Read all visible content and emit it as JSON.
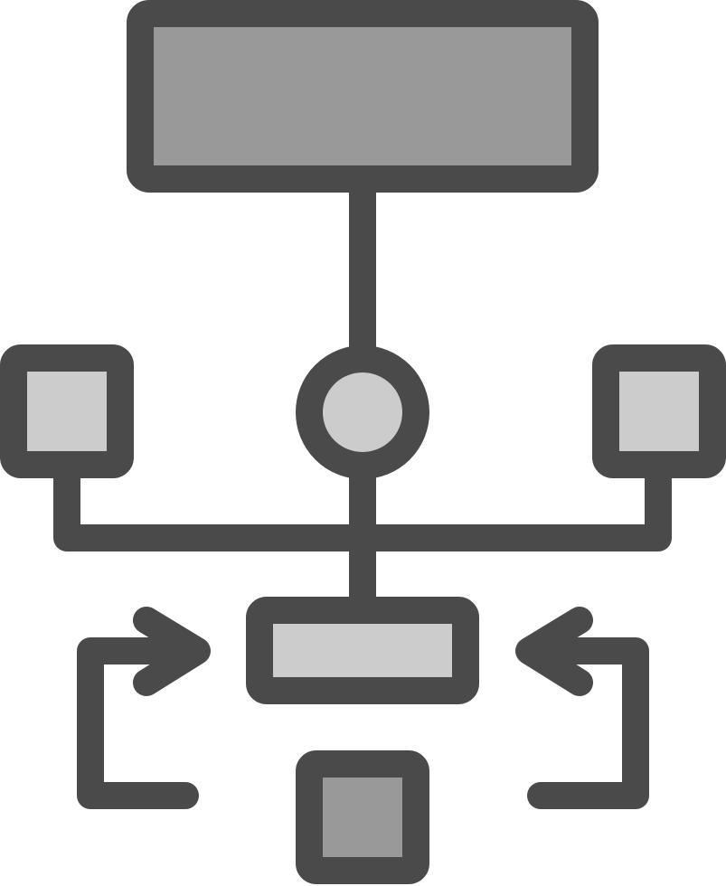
{
  "icon": {
    "name": "workflow-hierarchy-icon",
    "colors": {
      "outline": "#4a4a4a",
      "fill_dark": "#999999",
      "fill_light": "#cccccc",
      "background": "#ffffff"
    },
    "nodes": [
      {
        "name": "top-block",
        "shape": "rectangle",
        "fill": "fill_dark"
      },
      {
        "name": "hub-circle",
        "shape": "circle",
        "fill": "fill_light"
      },
      {
        "name": "left-square",
        "shape": "square",
        "fill": "fill_light"
      },
      {
        "name": "right-square",
        "shape": "square",
        "fill": "fill_light"
      },
      {
        "name": "center-block",
        "shape": "rectangle",
        "fill": "fill_light"
      },
      {
        "name": "bottom-square",
        "shape": "square",
        "fill": "fill_dark"
      }
    ],
    "arrows": [
      {
        "name": "left-return-arrow",
        "direction": "right"
      },
      {
        "name": "right-return-arrow",
        "direction": "left"
      }
    ]
  }
}
